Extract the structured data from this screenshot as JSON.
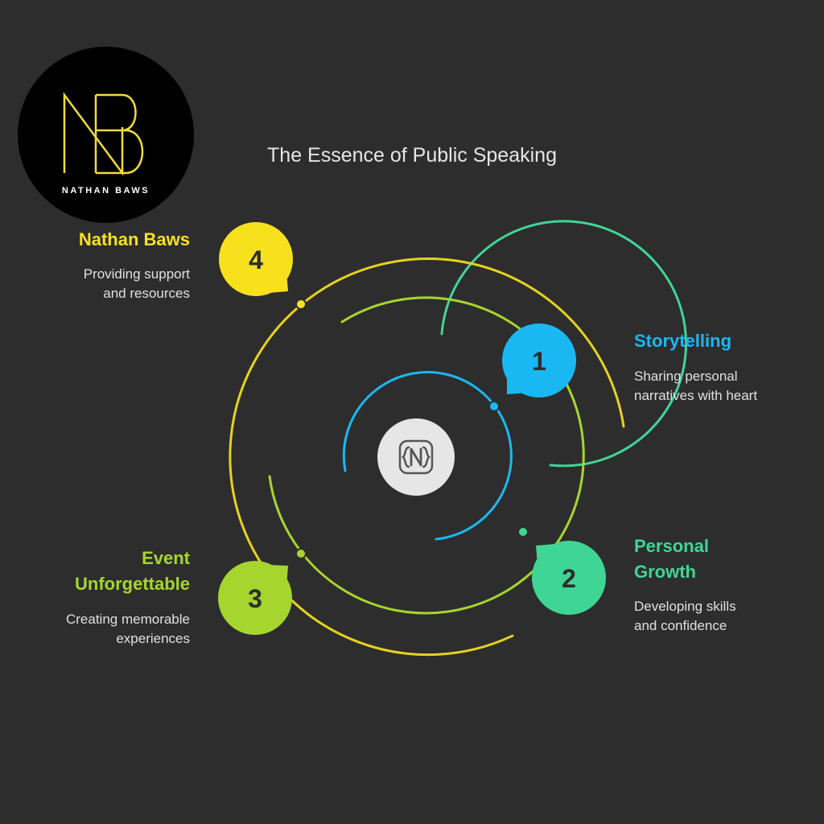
{
  "logo": {
    "monogram": "NB",
    "name": "NATHAN BAWS"
  },
  "title": "The Essence of Public Speaking",
  "center_icon": "curly-brace-n-icon",
  "colors": {
    "background": "#2d2d2d",
    "step1": "#1ab8f2",
    "step2": "#3fd695",
    "step3": "#a6d62d",
    "step4": "#f7e11d",
    "logo_gold": "#f2dc38"
  },
  "steps": [
    {
      "number": "1",
      "label_lines": [
        "Storytelling"
      ],
      "desc_lines": [
        "Sharing personal",
        "narratives with heart"
      ]
    },
    {
      "number": "2",
      "label_lines": [
        "Personal",
        "Growth"
      ],
      "desc_lines": [
        "Developing skills",
        "and confidence"
      ]
    },
    {
      "number": "3",
      "label_lines": [
        "Event",
        "Unforgettable"
      ],
      "desc_lines": [
        "Creating memorable",
        "experiences"
      ]
    },
    {
      "number": "4",
      "label_lines": [
        "Nathan Baws"
      ],
      "desc_lines": [
        "Providing support",
        "and resources"
      ]
    }
  ]
}
